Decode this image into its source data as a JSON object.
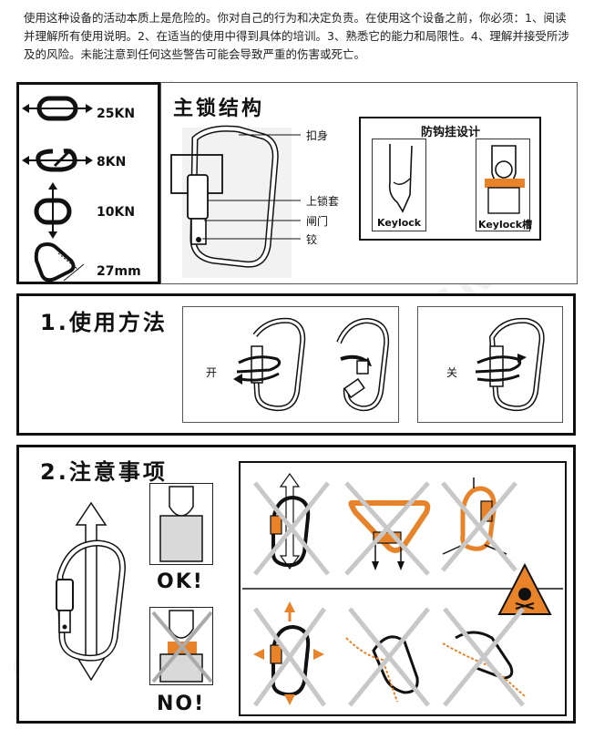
{
  "warning_text": "使用这种设备的活动本质上是危险的。你对自己的行为和决定负责。在使用这个设备之前，你必须：1、阅读并理解所有使用说明。2、在适当的使用中得到具体的培训。3、熟悉它的能力和局限性。4、理解并接受所涉及的风险。未能注意到任何这些警告可能会导致严重的伤害或死亡。",
  "specs": [
    {
      "label": "25KN",
      "icon": "major-axis-strength-icon"
    },
    {
      "label": "8KN",
      "icon": "gate-open-strength-icon"
    },
    {
      "label": "10KN",
      "icon": "minor-axis-strength-icon"
    },
    {
      "label": "27mm",
      "icon": "gate-opening-width-icon"
    }
  ],
  "structure": {
    "title": "主锁结构",
    "parts": {
      "body": "扣身",
      "sleeve": "上锁套",
      "gate": "闸门",
      "hinge": "铰"
    },
    "anti_snag": {
      "title": "防钩挂设计",
      "keylock": "Keylock",
      "keylock_slot": "Keylock槽"
    }
  },
  "usage": {
    "title": "1.使用方法",
    "open": "开",
    "close": "关"
  },
  "notes": {
    "title": "2.注意事项",
    "ok": "OK!",
    "no": "NO!"
  },
  "colors": {
    "accent": "#e8832a",
    "line": "#111111",
    "gray": "#d9d9d9"
  },
  "watermark": "CAMNAL"
}
